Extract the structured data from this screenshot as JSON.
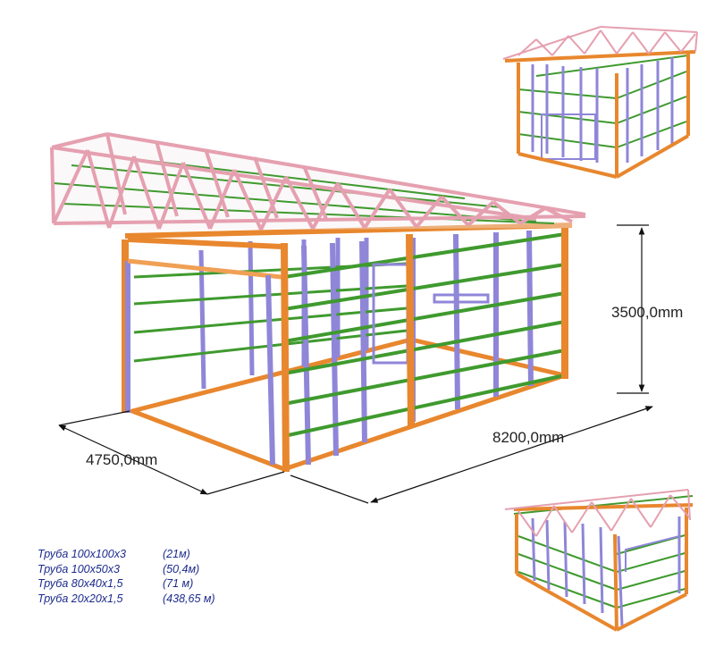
{
  "dimensions": {
    "height": "3500,0mm",
    "length": "8200,0mm",
    "width": "4750,0mm"
  },
  "legend": [
    {
      "name": "Труба 100х100х3",
      "amount": "(21м)"
    },
    {
      "name": "Труба 100х50х3",
      "amount": "(50,4м)"
    },
    {
      "name": "Труба 80х40х1,5",
      "amount": "(71 м)"
    },
    {
      "name": "Труба 20х20х1,5",
      "amount": "(438,65 м)"
    }
  ],
  "colors": {
    "column_orange": "#e8872e",
    "post_blue": "#8f86d8",
    "girt_green": "#3f9a2e",
    "truss_pink": "#e5a0b0",
    "base_beam": "#f0a055",
    "legend_text": "#1c2b8c"
  }
}
